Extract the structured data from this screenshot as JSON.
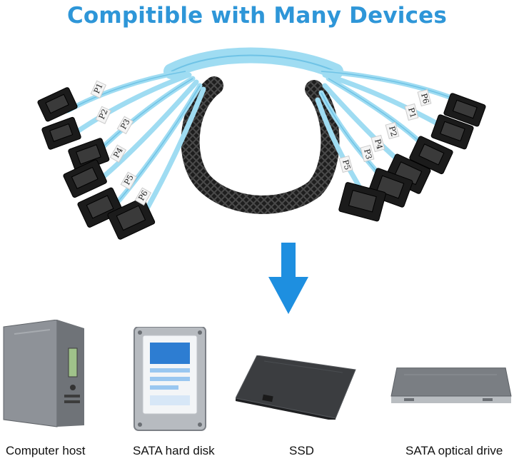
{
  "title": "Compitible with Many Devices",
  "colors": {
    "title": "#2e96d8",
    "cable": "#9fdcf2",
    "cable_shade": "#6fc3e6",
    "connector": "#1b1b1b",
    "sleeve": "#1e1e1e",
    "arrow": "#1e8fe0"
  },
  "port_labels_left": [
    "P1",
    "P2",
    "P3",
    "P4",
    "P5",
    "P6"
  ],
  "port_labels_right": [
    "P6",
    "P1",
    "P2",
    "P4",
    "P3",
    "P5"
  ],
  "devices": [
    {
      "label": "Computer host",
      "icon": "computer-host-icon"
    },
    {
      "label": "SATA hard disk",
      "icon": "hard-disk-icon"
    },
    {
      "label": "SSD",
      "icon": "ssd-icon"
    },
    {
      "label": "SATA optical drive",
      "icon": "optical-drive-icon"
    }
  ]
}
